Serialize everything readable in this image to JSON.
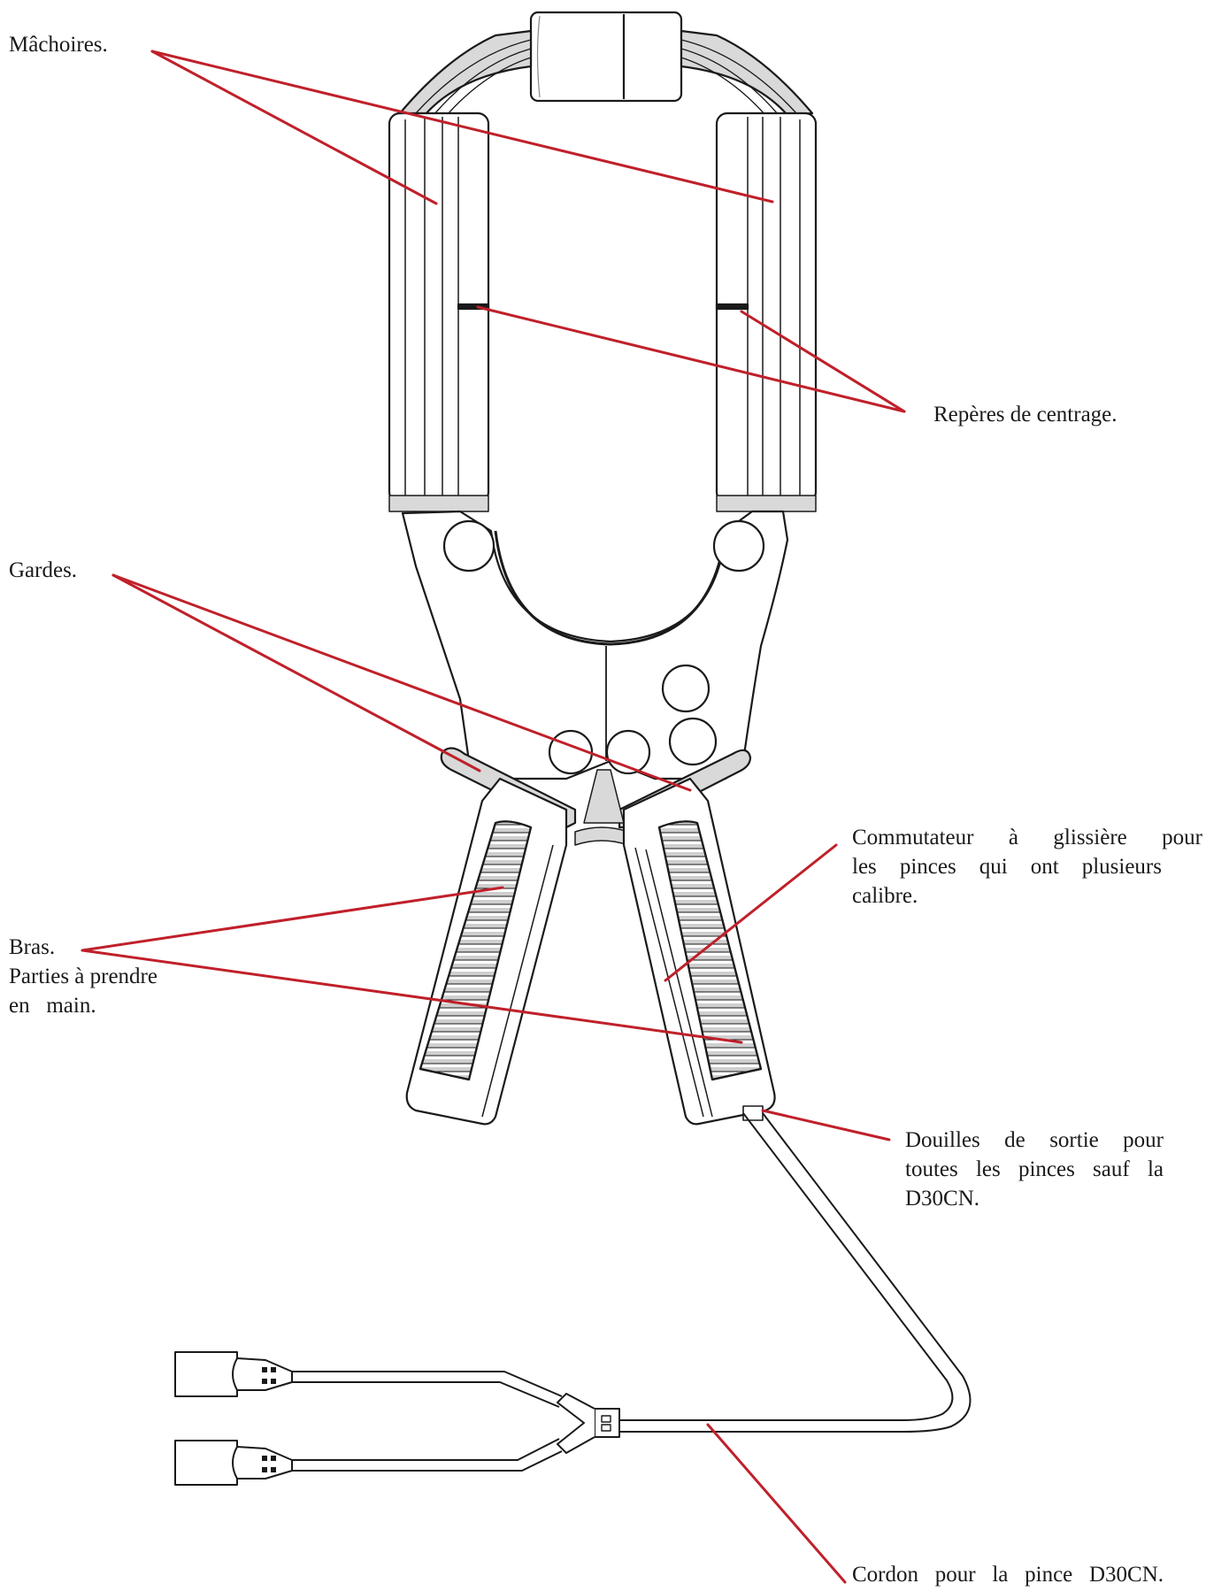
{
  "labels": {
    "machoires": "Mâchoires.",
    "reperes": "Repères   de   centrage.",
    "gardes": "Gardes.",
    "commutateur": {
      "line1": "Commutateur  à  glissière  pour",
      "line2": "les  pinces  qui  ont  plusieurs",
      "line3": "calibre."
    },
    "bras": {
      "line1": "Bras.",
      "line2": "Parties à prendre",
      "line3": "en   main."
    },
    "douilles": {
      "line1": "Douilles  de  sortie  pour",
      "line2": "toutes les pinces sauf la",
      "line3": "D30CN."
    },
    "cordon": "Cordon   pour   la   pince   D30CN."
  },
  "colors": {
    "leader_line": "#c0202a",
    "outline": "#1a1a1a",
    "shading": "#d9d9d9",
    "text": "#1a1a1a"
  }
}
